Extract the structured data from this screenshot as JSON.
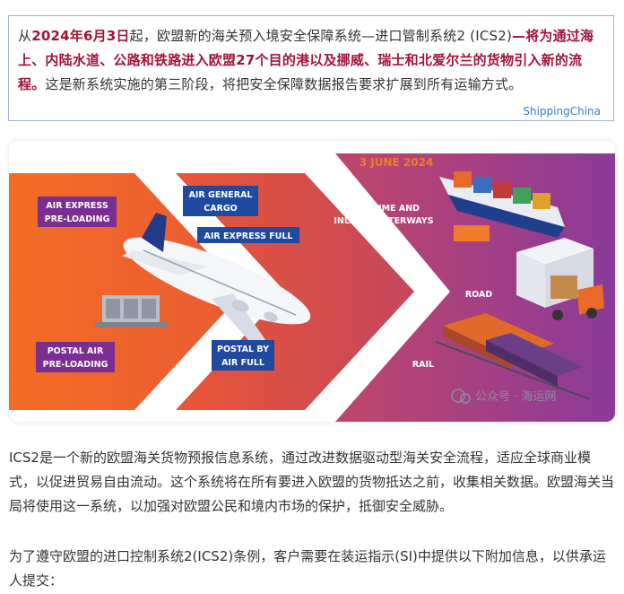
{
  "callout": {
    "segments": [
      {
        "text": "从",
        "hl": false
      },
      {
        "text": "2024年6月3日",
        "hl": true
      },
      {
        "text": "起，欧盟新的海关预入境安全保障系统—进口管制系统2 (ICS2)",
        "hl": false
      },
      {
        "text": "—将为通过海上、内陆水道、公路和铁路进入欧盟27个目的港以及挪威、瑞士和北爱尔兰的货物引入新的流程。",
        "hl": true
      },
      {
        "text": "这是新系统实施的第三阶段，将把安全保障数据报告要求扩展到所有运输方式。",
        "hl": false
      }
    ],
    "brand": "ShippingChina"
  },
  "infographic": {
    "date": "3 JUNE 2024",
    "tags": {
      "air_express_preloading": [
        "AIR EXPRESS",
        "PRE-LOADING"
      ],
      "air_general_cargo": [
        "AIR GENERAL",
        "CARGO"
      ],
      "air_express_full": [
        "AIR EXPRESS FULL"
      ],
      "postal_air_preloading": [
        "POSTAL AIR",
        "PRE-LOADING"
      ],
      "postal_by_air_full": [
        "POSTAL BY",
        "AIR FULL"
      ],
      "maritime": [
        "MARITIME AND",
        "INLAND WATERWAYS"
      ],
      "road": [
        "ROAD"
      ],
      "rail": [
        "RAIL"
      ]
    },
    "watermark": "公众号 · 海运网",
    "colors": {
      "tag_purple": "#7b2e91",
      "tag_blue": "#1f4aa0",
      "accent_orange": "#f07b2a",
      "chevron_start": "#f36d24",
      "chevron_end": "#8a3a9a"
    }
  },
  "body": {
    "paragraph_1": "ICS2是一个新的欧盟海关货物预报信息系统，通过改进数据驱动型海关安全流程，适应全球商业模式，以促进贸易自由流动。这个系统将在所有要进入欧盟的货物抵达之前，收集相关数据。欧盟海关当局将使用这一系统，以加强对欧盟公民和境内市场的保护，抵御安全威胁。",
    "paragraph_2": "为了遵守欧盟的进口控制系统2(ICS2)条例，客户需要在装运指示(SI)中提供以下附加信息，以供承运人提交："
  }
}
